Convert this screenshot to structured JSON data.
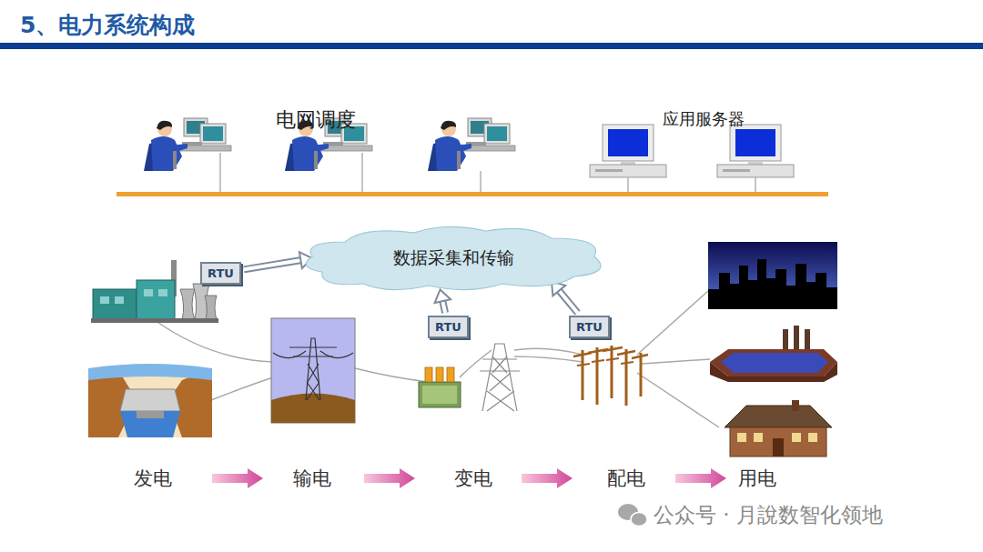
{
  "diagram": {
    "title": "5、电力系统构成",
    "nodes": [
      {
        "text": [
          "数据采集和传输"
        ]
      },
      {
        "text": [
          "RTU"
        ]
      },
      {
        "text": [
          "RTU"
        ]
      },
      {
        "text": [
          "RTU"
        ]
      }
    ],
    "edges": [
      {
        "from": 1,
        "to": 0,
        "arrow": "to"
      },
      {
        "from": 2,
        "to": 0,
        "arrow": "to"
      },
      {
        "from": 3,
        "to": 0,
        "arrow": "to"
      }
    ],
    "labels": [
      "电网调度",
      "应用服务器",
      "发电",
      "输电",
      "变电",
      "配电",
      "用电",
      "公众号 · 月說数智化领地"
    ]
  }
}
